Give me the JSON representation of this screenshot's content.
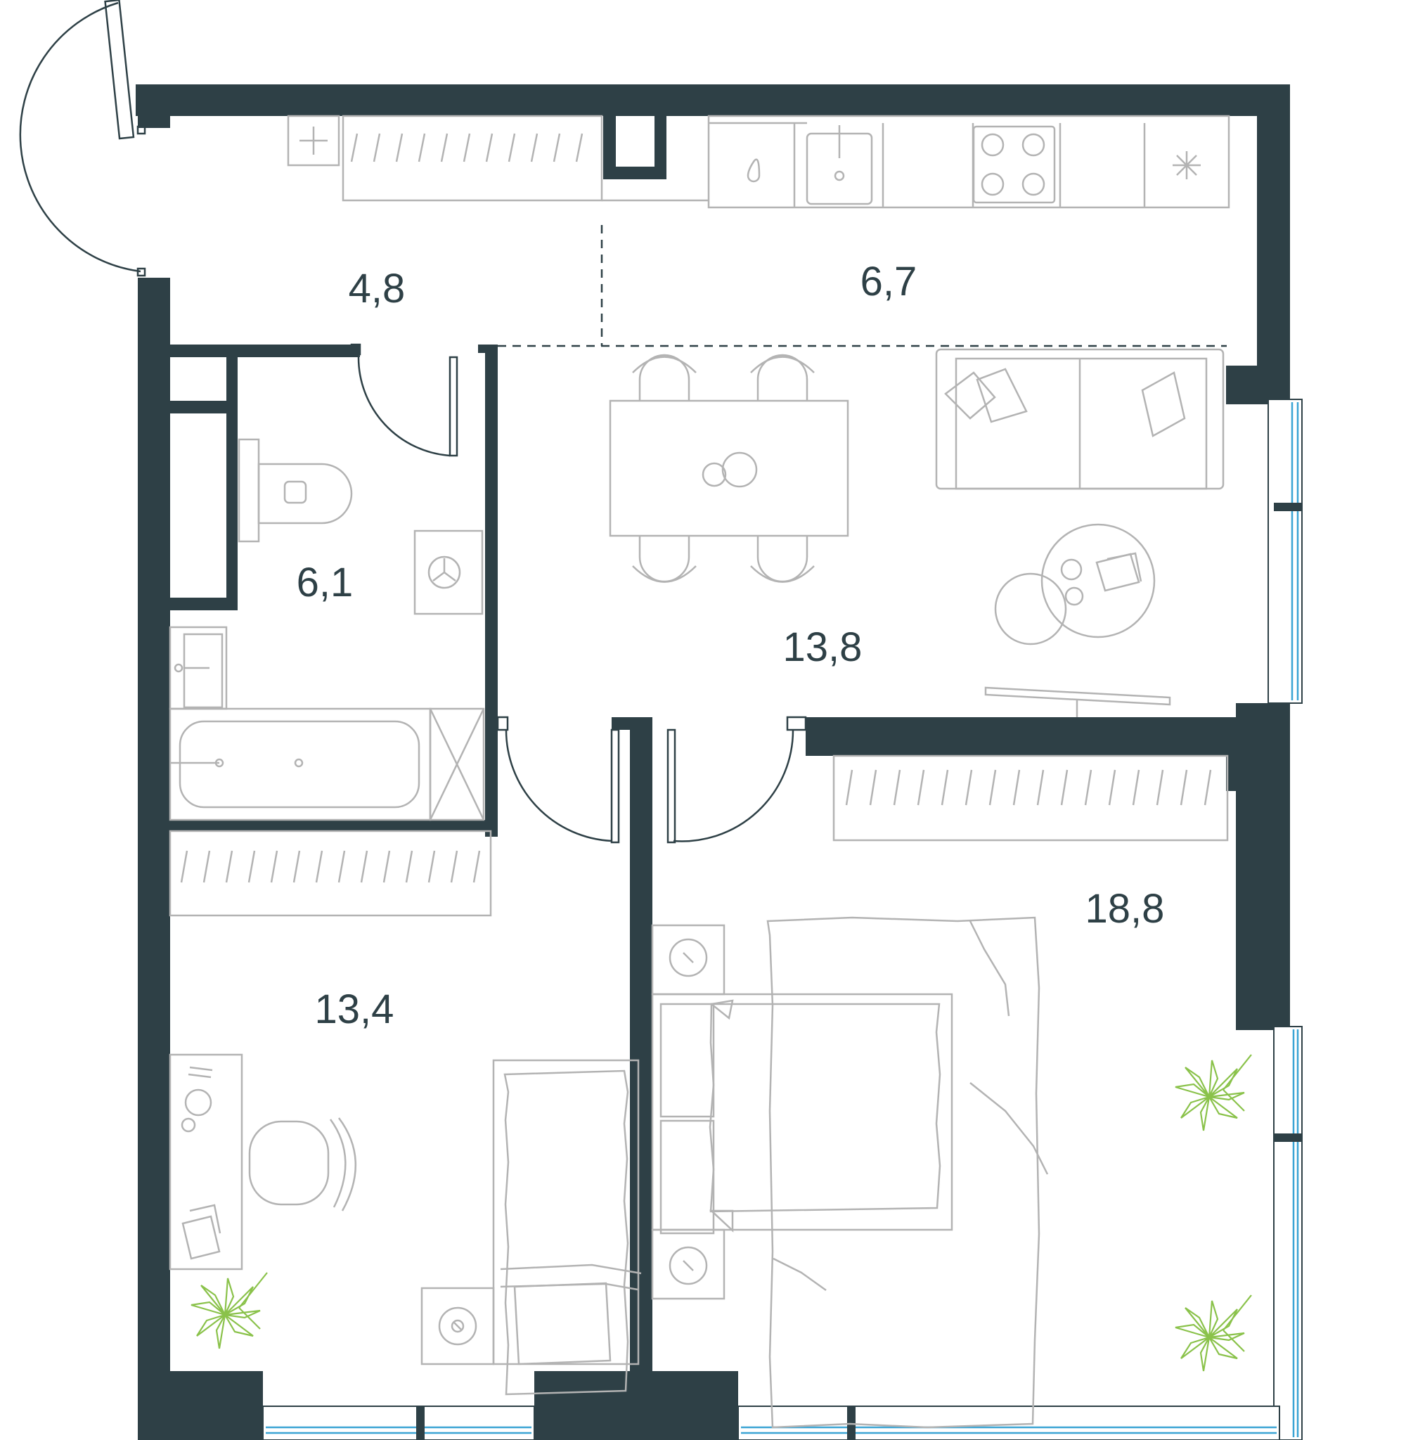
{
  "colors": {
    "wall": "#2e4046",
    "furniture": "#b3b3b3",
    "window_glass": "#3aa4d4",
    "plant": "#8ac24a",
    "background": "#ffffff"
  },
  "rooms": [
    {
      "id": "hall",
      "area": "4,8"
    },
    {
      "id": "kitchen",
      "area": "6,7"
    },
    {
      "id": "bathroom",
      "area": "6,1"
    },
    {
      "id": "living",
      "area": "13,8"
    },
    {
      "id": "bedroom-small",
      "area": "13,4"
    },
    {
      "id": "bedroom-large",
      "area": "18,8"
    }
  ],
  "icons": [
    "door-swing-icon",
    "window-icon",
    "toilet-icon",
    "bathtub-icon",
    "sink-icon",
    "washing-machine-icon",
    "stove-icon",
    "fridge-icon",
    "sofa-icon",
    "dining-table-icon",
    "chair-icon",
    "bed-icon",
    "desk-icon",
    "plant-icon",
    "wardrobe-icon"
  ]
}
